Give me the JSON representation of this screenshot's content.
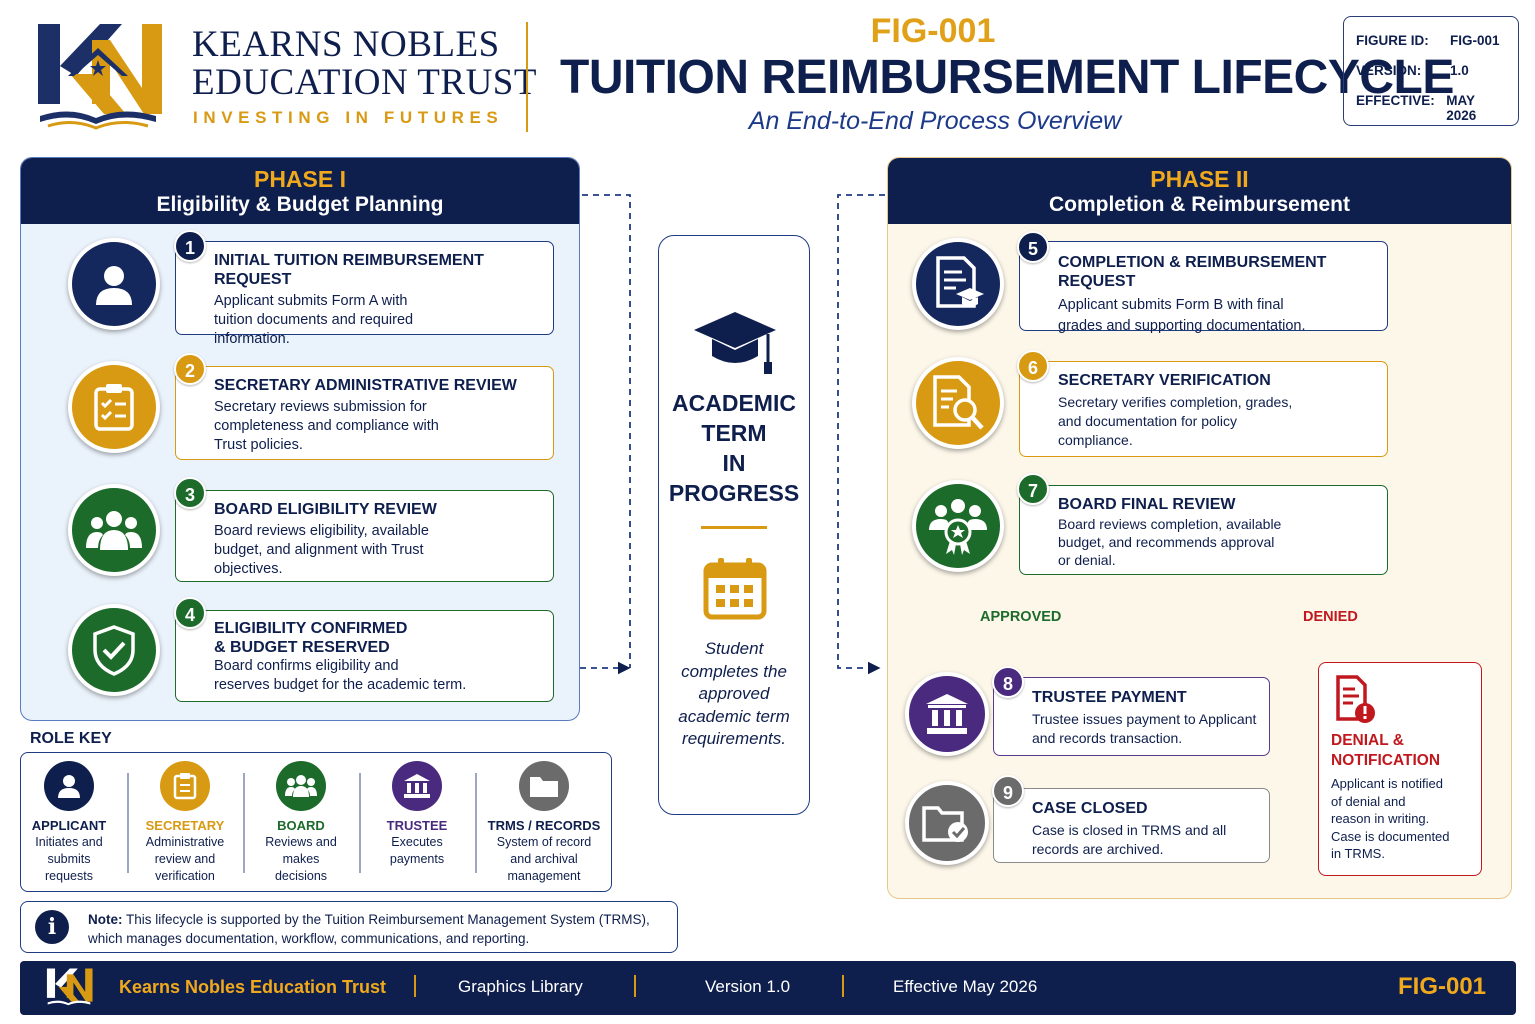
{
  "header": {
    "org_line1": "KEARNS NOBLES",
    "org_line2": "EDUCATION TRUST",
    "tagline": "INVESTING IN FUTURES",
    "fig_code": "FIG-001",
    "title": "TUITION REIMBURSEMENT LIFECYCLE",
    "subtitle": "An End-to-End Process Overview",
    "meta": [
      {
        "key": "FIGURE ID:",
        "value": "FIG-001"
      },
      {
        "key": "VERSION:",
        "value": "1.0"
      },
      {
        "key": "EFFECTIVE:",
        "value": "MAY 2026"
      }
    ]
  },
  "phase1": {
    "number": "PHASE I",
    "name": "Eligibility & Budget Planning",
    "steps": [
      {
        "num": "1",
        "title": "INITIAL TUITION REIMBURSEMENT REQUEST",
        "desc": [
          "Applicant submits Form A with",
          "tuition documents and required",
          "information."
        ],
        "icon": "user-icon"
      },
      {
        "num": "2",
        "title": "SECRETARY ADMINISTRATIVE REVIEW",
        "desc": [
          "Secretary reviews submission for",
          "completeness and compliance with",
          "Trust policies."
        ],
        "icon": "clipboard-icon"
      },
      {
        "num": "3",
        "title": "BOARD ELIGIBILITY REVIEW",
        "desc": [
          "Board reviews eligibility, available",
          "budget, and alignment with Trust",
          "objectives."
        ],
        "icon": "group-icon"
      },
      {
        "num": "4",
        "title": "ELIGIBILITY CONFIRMED",
        "title2": "& BUDGET RESERVED",
        "desc": [
          "Board confirms eligibility and",
          "reserves budget for the academic term."
        ],
        "icon": "shield-check-icon"
      }
    ]
  },
  "middle": {
    "title": [
      "ACADEMIC",
      "TERM",
      "IN",
      "PROGRESS"
    ],
    "note": [
      "Student",
      "completes the",
      "approved",
      "academic term",
      "requirements."
    ],
    "icons": [
      "graduation-cap-icon",
      "calendar-icon"
    ]
  },
  "phase2": {
    "number": "PHASE II",
    "name": "Completion & Reimbursement",
    "steps": [
      {
        "num": "5",
        "title": "COMPLETION & REIMBURSEMENT REQUEST",
        "desc": [
          "Applicant submits Form B with final",
          "grades and supporting documentation."
        ],
        "icon": "document-cap-icon"
      },
      {
        "num": "6",
        "title": "SECRETARY VERIFICATION",
        "desc": [
          "Secretary verifies completion, grades,",
          "and documentation for policy",
          "compliance."
        ],
        "icon": "document-search-icon"
      },
      {
        "num": "7",
        "title": "BOARD FINAL REVIEW",
        "desc": [
          "Board reviews completion, available",
          "budget, and recommends approval",
          "or denial."
        ],
        "icon": "group-award-icon"
      },
      {
        "num": "8",
        "title": "TRUSTEE PAYMENT",
        "desc": [
          "Trustee issues payment to Applicant",
          "and records transaction."
        ],
        "icon": "bank-icon"
      },
      {
        "num": "9",
        "title": "CASE CLOSED",
        "desc": [
          "Case is closed in TRMS and all",
          "records are archived."
        ],
        "icon": "folder-check-icon"
      }
    ],
    "approved_label": "APPROVED",
    "denied_label": "DENIED",
    "denial": {
      "title": [
        "DENIAL &",
        "NOTIFICATION"
      ],
      "desc": [
        "Applicant is notified",
        "of denial and",
        "reason in writing.",
        "Case is documented",
        "in TRMS."
      ]
    }
  },
  "role_key": {
    "label": "ROLE KEY",
    "roles": [
      {
        "name": "APPLICANT",
        "desc": [
          "Initiates and",
          "submits",
          "requests"
        ],
        "color": "#0f1f4d",
        "icon": "user-icon"
      },
      {
        "name": "SECRETARY",
        "desc": [
          "Administrative",
          "review and",
          "verification"
        ],
        "color": "#d99a13",
        "icon": "clipboard-icon"
      },
      {
        "name": "BOARD",
        "desc": [
          "Reviews and",
          "makes",
          "decisions"
        ],
        "color": "#1d6b2b",
        "icon": "group-icon"
      },
      {
        "name": "TRUSTEE",
        "desc": [
          "Executes",
          "payments"
        ],
        "color": "#4a2a7f",
        "icon": "bank-icon"
      },
      {
        "name": "TRMS / RECORDS",
        "desc": [
          "System of record",
          "and archival",
          "management"
        ],
        "color": "#6b6b6b",
        "icon": "folder-icon"
      }
    ]
  },
  "note": {
    "label": "Note:",
    "text": "This lifecycle is supported by the Tuition Reimbursement Management System (TRMS),",
    "text2": "which manages documentation, workflow, communications, and reporting."
  },
  "footer": {
    "org": "Kearns Nobles Education Trust",
    "library": "Graphics Library",
    "version": "Version 1.0",
    "effective": "Effective May 2026",
    "code": "FIG-001"
  },
  "colors": {
    "navy": "#0f1f4d",
    "gold": "#d99a13",
    "green": "#1d6b2b",
    "purple": "#4a2a7f",
    "grey": "#6b6b6b",
    "red": "#c0181e"
  }
}
